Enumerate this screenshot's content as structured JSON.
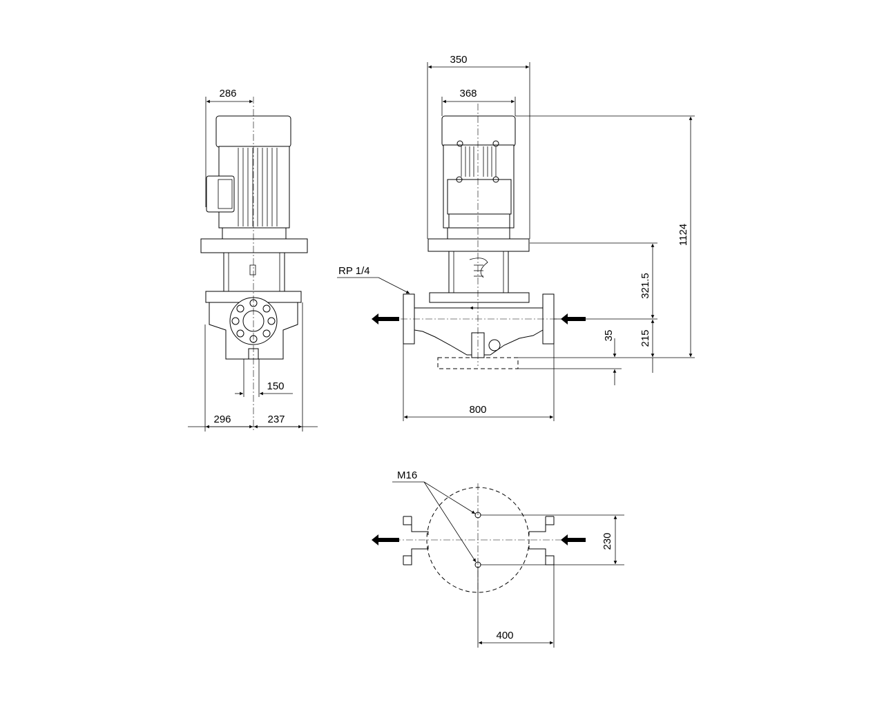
{
  "drawing": {
    "left_view": {
      "dim_motor_width": "286",
      "dim_base_left": "296",
      "dim_base_right": "237",
      "dim_drain_offset": "150"
    },
    "front_view": {
      "dim_motor_overall": "350",
      "dim_motor_body": "368",
      "dim_total_height": "1124",
      "dim_coupling_height": "321.5",
      "dim_port_height": "215",
      "dim_foot_height": "35",
      "dim_port_to_port": "800",
      "label_vent_plug": "RP 1/4"
    },
    "bottom_view": {
      "label_bolt": "M16",
      "dim_bolt_spacing": "230",
      "dim_bolt_offset": "400"
    }
  }
}
